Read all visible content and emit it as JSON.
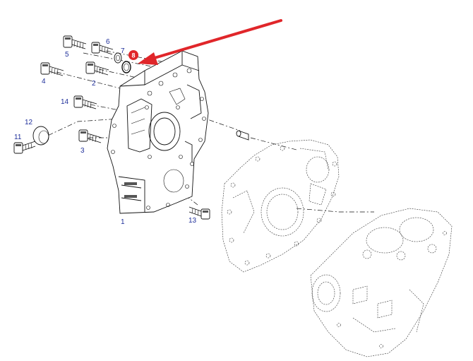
{
  "diagram": {
    "labels": {
      "p1": "1",
      "p2": "2",
      "p3": "3",
      "p4": "4",
      "p5": "5",
      "p6": "6",
      "p7": "7",
      "p8": "8",
      "p11": "11",
      "p12": "12",
      "p13": "13",
      "p14": "14"
    },
    "colors": {
      "label": "#1f2f9a",
      "arrow": "#e0262a",
      "badge": "#e0262a",
      "line": "#111111"
    },
    "highlighted_part": "8"
  }
}
